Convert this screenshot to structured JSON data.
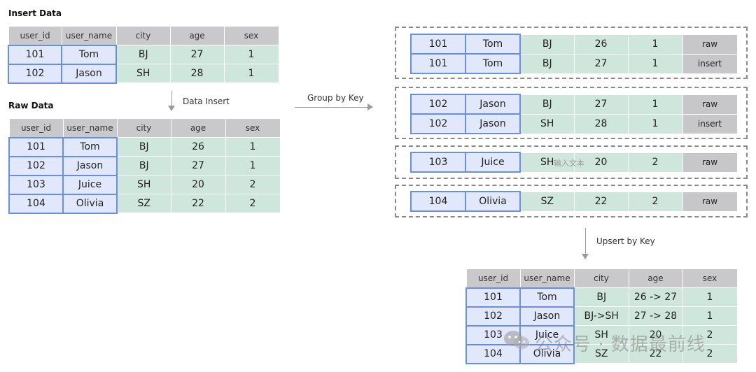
{
  "insert": {
    "title": "Insert Data",
    "headers": [
      "user_id",
      "user_name",
      "city",
      "age",
      "sex"
    ],
    "rows": [
      [
        "101",
        "Tom",
        "BJ",
        "27",
        "1"
      ],
      [
        "102",
        "Jason",
        "SH",
        "28",
        "1"
      ]
    ]
  },
  "raw": {
    "title": "Raw Data",
    "headers": [
      "user_id",
      "user_name",
      "city",
      "age",
      "sex"
    ],
    "rows": [
      [
        "101",
        "Tom",
        "BJ",
        "26",
        "1"
      ],
      [
        "102",
        "Jason",
        "BJ",
        "27",
        "1"
      ],
      [
        "103",
        "Juice",
        "SH",
        "20",
        "2"
      ],
      [
        "104",
        "Olivia",
        "SZ",
        "22",
        "2"
      ]
    ]
  },
  "arrows": {
    "data_insert": "Data Insert",
    "group_by_key": "Group by Key",
    "upsert_by_key": "Upsert by Key"
  },
  "groups": [
    [
      [
        "101",
        "Tom",
        "BJ",
        "26",
        "1",
        "raw"
      ],
      [
        "101",
        "Tom",
        "BJ",
        "27",
        "1",
        "insert"
      ]
    ],
    [
      [
        "102",
        "Jason",
        "BJ",
        "27",
        "1",
        "raw"
      ],
      [
        "102",
        "Jason",
        "SH",
        "28",
        "1",
        "insert"
      ]
    ],
    [
      [
        "103",
        "Juice",
        "SH",
        "20",
        "2",
        "raw"
      ]
    ],
    [
      [
        "104",
        "Olivia",
        "SZ",
        "22",
        "2",
        "raw"
      ]
    ]
  ],
  "overlay_text": "输入文本",
  "result": {
    "headers": [
      "user_id",
      "user_name",
      "city",
      "age",
      "sex"
    ],
    "rows": [
      [
        "101",
        "Tom",
        "BJ",
        "26 -> 27",
        "1"
      ],
      [
        "102",
        "Jason",
        "BJ->SH",
        "27 -> 28",
        "1"
      ],
      [
        "103",
        "Juice",
        "SH",
        "20",
        "2"
      ],
      [
        "104",
        "Olivia",
        "SZ",
        "22",
        "2"
      ]
    ]
  },
  "watermark": "公众号 · 数据最前线",
  "colors": {
    "key_fill": "#e2e8fb",
    "key_border": "#6a8fe0",
    "value_fill": "#cfe6dc",
    "header_fill": "#c9c9cc",
    "tag_fill": "#c7c7ca"
  }
}
